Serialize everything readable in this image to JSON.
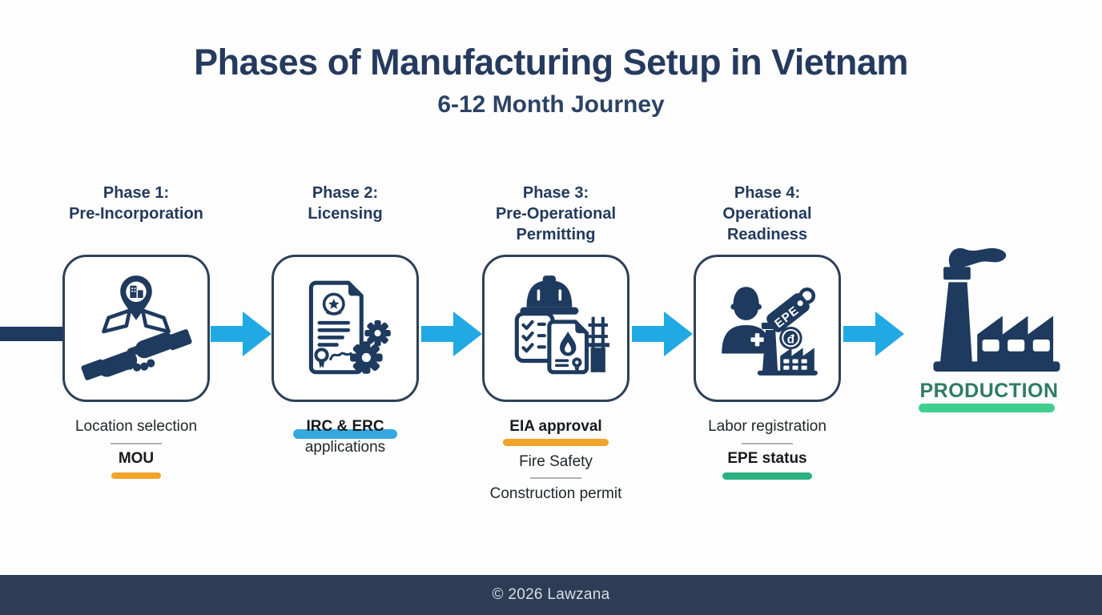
{
  "title": "Phases of Manufacturing Setup in Vietnam",
  "subtitle": "6-12 Month Journey",
  "phases": [
    {
      "title_lines": [
        "Phase 1:",
        "Pre-Incorporation"
      ],
      "icon": "map-pin-handshake-icon",
      "primary_label": "Location selection",
      "highlight_label": "MOU",
      "highlight_color": "#F1A42A"
    },
    {
      "title_lines": [
        "Phase 2:",
        "Licensing"
      ],
      "icon": "license-document-gears-icon",
      "highlight_label": "IRC & ERC",
      "secondary_label": "applications",
      "highlight_color": "#35A8DF"
    },
    {
      "title_lines": [
        "Phase 3:",
        "Pre-Operational",
        "Permitting"
      ],
      "icon": "hardhat-checklist-fire-permit-icon",
      "highlight_label": "EIA approval",
      "secondary_label": "Fire Safety",
      "tertiary_label": "Construction permit",
      "highlight_color": "#F1A42A"
    },
    {
      "title_lines": [
        "Phase 4:",
        "Operational",
        "Readiness"
      ],
      "icon": "worker-epe-tag-factory-icon",
      "primary_label": "Labor registration",
      "highlight_label": "EPE status",
      "highlight_color": "#2BB180",
      "tag_text": "EPE",
      "coin_text": "đ"
    }
  ],
  "production": {
    "label": "PRODUCTION",
    "text_color": "#2F7C5F",
    "bar_color": "#3ECE8E"
  },
  "footer": {
    "copyright": "© 2026 Lawzana"
  },
  "colors": {
    "navy": "#1E3A5E",
    "box_border": "#2E4058",
    "arrow_blue": "#21A9E3",
    "footer_bg": "#2C3D55",
    "divider": "#ADB2B8",
    "title_text": "#253A5E",
    "label_text": "#23262B",
    "background": "#FDFDFD"
  }
}
